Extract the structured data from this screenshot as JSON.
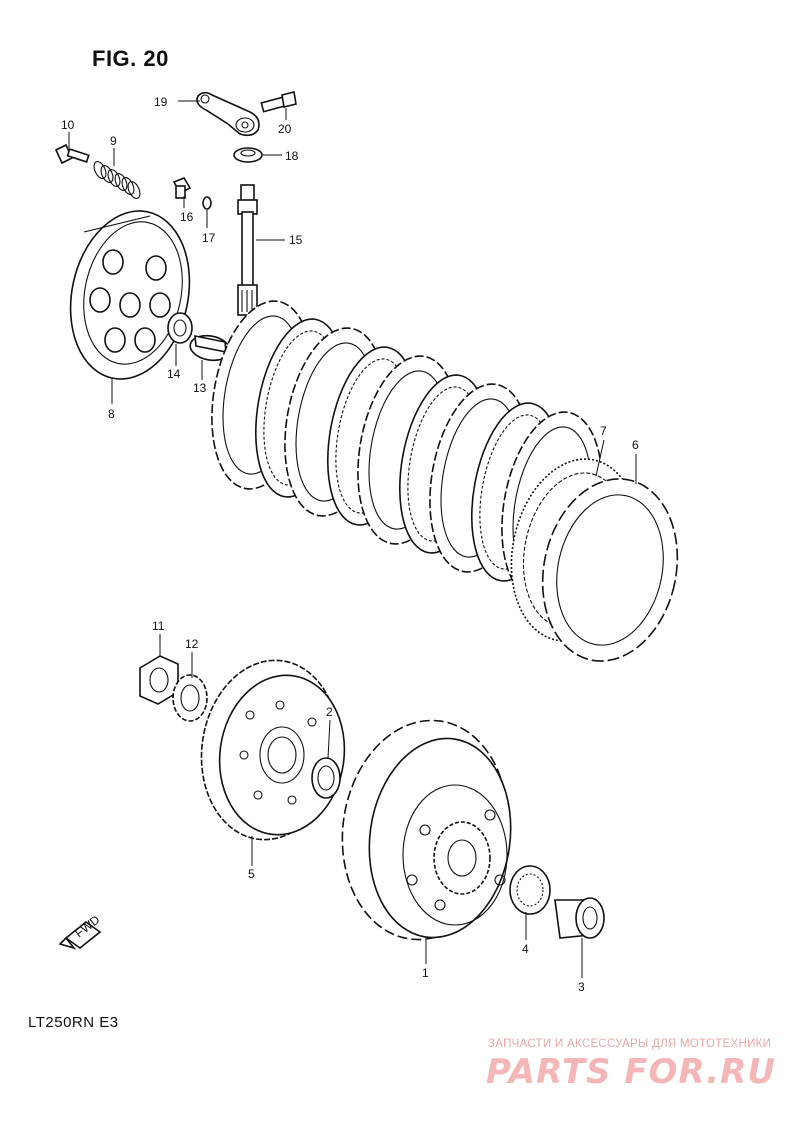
{
  "figure_title": "FIG. 20",
  "model_code": "LT250RN  E3",
  "watermark": {
    "caption": "ЗАПЧАСТИ И АКСЕССУАРЫ ДЛЯ МОТОТЕХНИКИ",
    "logo_text": "PARTS FOR.RU"
  },
  "fwd_label": "FWD",
  "callouts": {
    "p1": "1",
    "p2": "2",
    "p3": "3",
    "p4": "4",
    "p5": "5",
    "p6": "6",
    "p7": "7",
    "p8": "8",
    "p9": "9",
    "p10": "10",
    "p11": "11",
    "p12": "12",
    "p13": "13",
    "p14": "14",
    "p15": "15",
    "p16": "16",
    "p17": "17",
    "p18": "18",
    "p19": "19",
    "p20": "20"
  }
}
